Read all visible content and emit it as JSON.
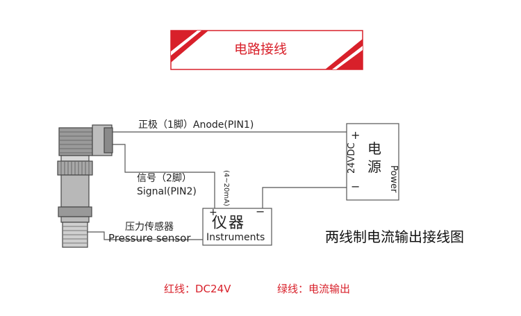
{
  "title": "电路接线",
  "wires": {
    "anode_label": "正极（1脚）Anode(PIN1)",
    "signal_label_cn": "信号（2脚）",
    "signal_label_en": "Signal(PIN2)",
    "current_range": "(4~20mA)"
  },
  "sensor": {
    "label_cn": "压力传感器",
    "label_en": "Pressure sensor"
  },
  "instrument": {
    "label_cn": "仪器",
    "label_en": "Instruments",
    "plus": "+",
    "minus": "−"
  },
  "power_supply": {
    "plus": "+",
    "minus": "−",
    "voltage": "24VDC",
    "label_cn_1": "电",
    "label_cn_2": "源",
    "label_en": "Power"
  },
  "caption": "两线制电流输出接线图",
  "legend": {
    "red": "红线：DC24V",
    "green": "绿线：电流输出"
  },
  "colors": {
    "accent": "#d8202a",
    "line": "#555555"
  }
}
